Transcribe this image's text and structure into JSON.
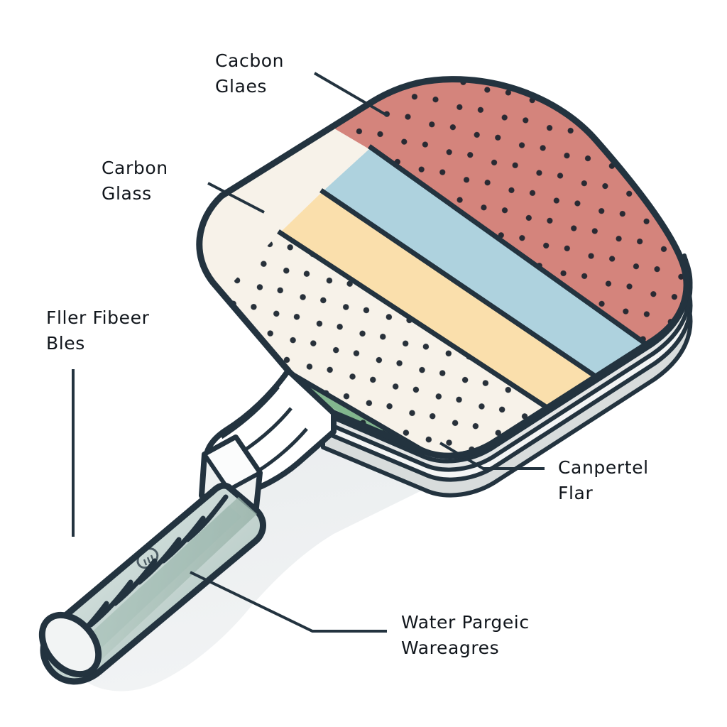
{
  "diagram": {
    "subject": "pickleball-paddle-cutaway",
    "background_color": "#ffffff",
    "outline_color": "#23333f",
    "shadow_color": "#e7eaec"
  },
  "labels": [
    {
      "id": "carbon-glaes",
      "line1": "Cacbon",
      "line2": "Glaes",
      "points_to": "top-face-surface-layer"
    },
    {
      "id": "carbon-glass",
      "line1": "Carbon",
      "line2": "Glass",
      "points_to": "upper-face-edge"
    },
    {
      "id": "filler-fibeer-bles",
      "line1": "Fller Fibeer",
      "line2": "Bles",
      "points_to": "core-filler-layer"
    },
    {
      "id": "canpertel-flar",
      "line1": "Canpertel",
      "line2": "Flar",
      "points_to": "laminated-edge-stack"
    },
    {
      "id": "water-pargeic-wareagres",
      "line1": "Water Pargeic",
      "line2": "Wareagres",
      "points_to": "grip-wrap"
    }
  ],
  "face_layers": [
    {
      "name": "surface-band-red",
      "color": "#d4847c",
      "speckled": true
    },
    {
      "name": "surface-band-blue",
      "color": "#aed2de",
      "speckled": false
    },
    {
      "name": "surface-band-amber",
      "color": "#fadfac",
      "speckled": false
    },
    {
      "name": "core-band-cream",
      "color": "#f7f2e9",
      "speckled": true
    },
    {
      "name": "core-band-green",
      "color": "#7fb68d",
      "speckled": true
    }
  ],
  "edge_stack": [
    {
      "name": "edge-layer-1",
      "color": "#fbfbfb"
    },
    {
      "name": "edge-layer-2",
      "color": "#e4e6e6"
    },
    {
      "name": "edge-layer-3",
      "color": "#f4f5f5"
    },
    {
      "name": "edge-layer-4",
      "color": "#d8dcdc"
    }
  ],
  "handle": {
    "name": "grip",
    "wrap_color": "#c3d2d0",
    "wrap_accent_color": "#9db9b1",
    "butt_cap_color": "#f2f4f4",
    "band_count": 6
  },
  "throat": {
    "name": "throat-connector",
    "color": "#ffffff",
    "rib_count": 4
  }
}
